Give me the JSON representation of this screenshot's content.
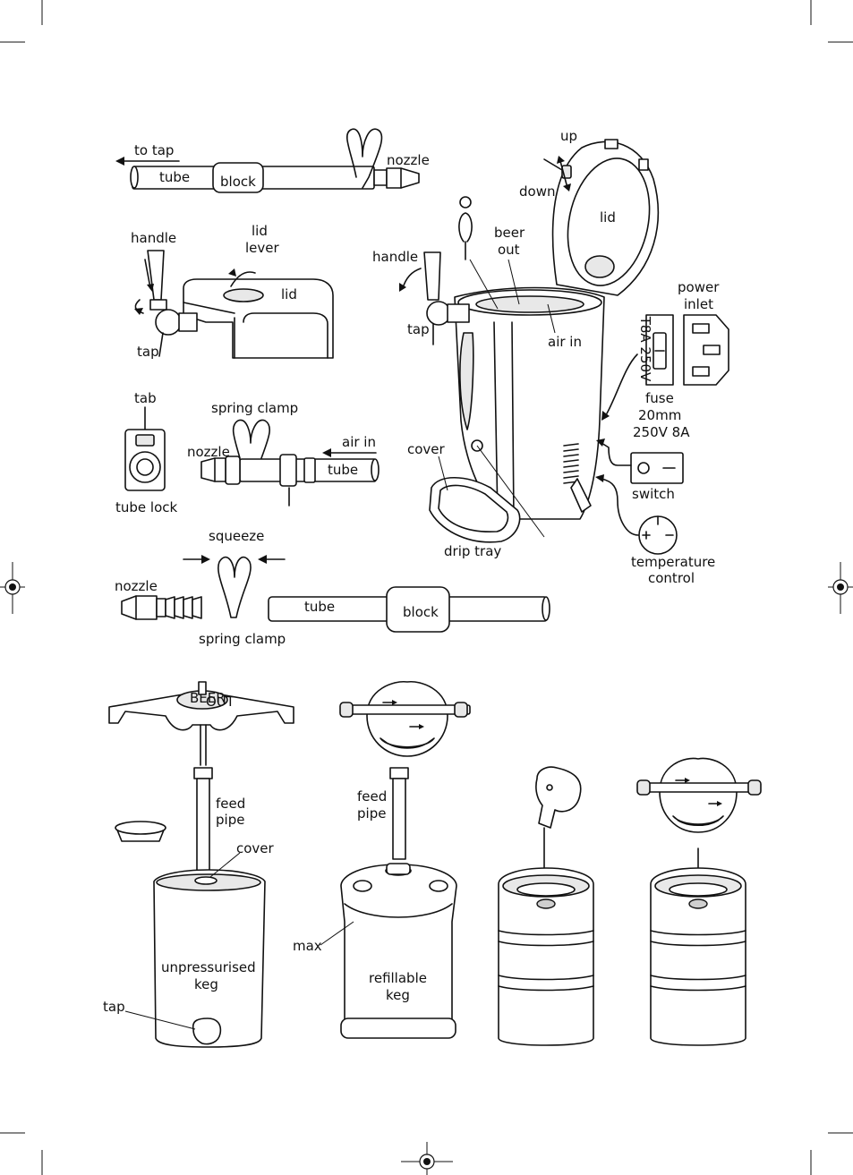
{
  "labels": {
    "to_tap": "to tap",
    "tube_top": "tube",
    "block_top": "block",
    "nozzle_top": "nozzle",
    "handle_left": "handle",
    "lid_lever_1": "lid",
    "lid_lever_2": "lever",
    "lid_small": "lid",
    "tap_left": "tap",
    "tab": "tab",
    "tube_lock": "tube lock",
    "spring_clamp_mid": "spring clamp",
    "nozzle_mid": "nozzle",
    "air_in_mid": "air in",
    "tube_mid": "tube",
    "squeeze": "squeeze",
    "nozzle_bot": "nozzle",
    "spring_clamp_bot": "spring clamp",
    "tube_bot": "tube",
    "block_bot": "block",
    "up": "up",
    "down": "down",
    "lid_main": "lid",
    "beer_out_1": "beer",
    "beer_out_2": "out",
    "handle_main": "handle",
    "tap_main": "tap",
    "air_in_main": "air in",
    "power_inlet_1": "power",
    "power_inlet_2": "inlet",
    "fuse_1": "fuse",
    "fuse_2": "20mm",
    "fuse_3": "250V 8A",
    "cover_main": "cover",
    "switch": "switch",
    "drip_tray": "drip tray",
    "temp_1": "temperature",
    "temp_2": "control",
    "feed_pipe_a1": "feed",
    "feed_pipe_a2": "pipe",
    "cover_keg": "cover",
    "unpressurised_1": "unpressurised",
    "unpressurised_2": "keg",
    "tap_keg": "tap",
    "feed_pipe_b1": "feed",
    "feed_pipe_b2": "pipe",
    "max": "max",
    "refillable_1": "refillable",
    "refillable_2": "keg",
    "fuse_holder_text": "T8A 250V",
    "keg_cap_text_1": "BEER",
    "keg_cap_text_2": "OUT"
  }
}
